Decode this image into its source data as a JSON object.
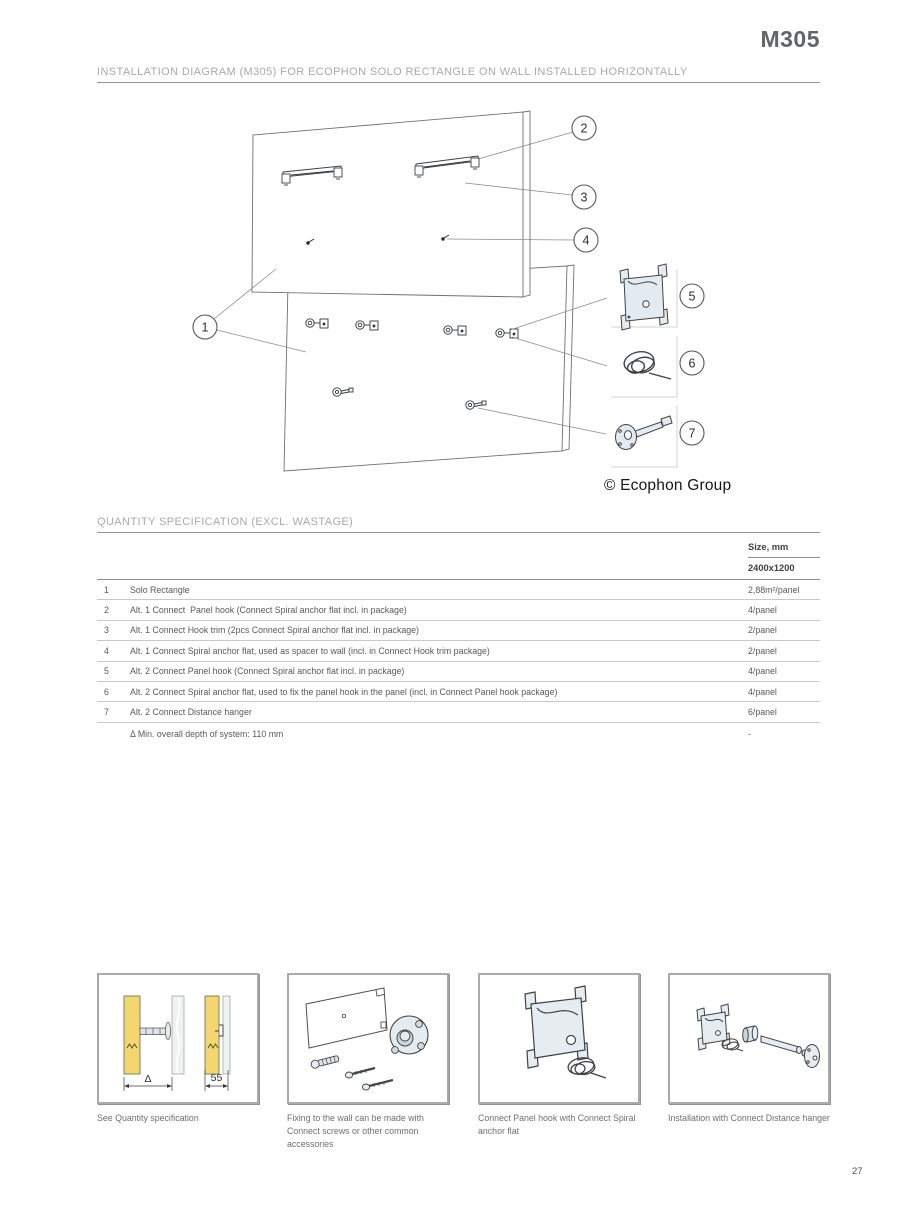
{
  "page": {
    "code": "M305",
    "number": "27"
  },
  "sections": {
    "installation_heading": "INSTALLATION DIAGRAM (M305) FOR ECOPHON SOLO RECTANGLE ON WALL INSTALLED HORIZONTALLY",
    "quantity_heading": "QUANTITY SPECIFICATION (EXCL. WASTAGE)"
  },
  "diagram": {
    "copyright": "© Ecophon Group",
    "callouts": [
      "1",
      "2",
      "3",
      "4",
      "5",
      "6",
      "7"
    ]
  },
  "table": {
    "size_header": "Size, mm",
    "size_value": "2400x1200",
    "rows": [
      {
        "num": "1",
        "desc": "Solo Rectangle",
        "qty": "2,88m²/panel"
      },
      {
        "num": "2",
        "desc": "Alt. 1 Connect  Panel hook (Connect Spiral anchor flat incl. in package)",
        "qty": "4/panel"
      },
      {
        "num": "3",
        "desc": "Alt. 1 Connect Hook trim (2pcs Connect Spiral anchor flat incl. in package)",
        "qty": "2/panel"
      },
      {
        "num": "4",
        "desc": "Alt. 1 Connect Spiral anchor flat, used as spacer to wall (incl. in Connect Hook trim package)",
        "qty": "2/panel"
      },
      {
        "num": "5",
        "desc": "Alt. 2 Connect Panel hook (Connect Spiral anchor flat incl. in package)",
        "qty": "4/panel"
      },
      {
        "num": "6",
        "desc": "Alt. 2 Connect Spiral anchor flat, used to fix the panel hook in the panel (incl. in Connect Panel hook package)",
        "qty": "4/panel"
      },
      {
        "num": "7",
        "desc": "Alt. 2 Connect Distance hanger",
        "qty": "6/panel"
      }
    ],
    "footnote": {
      "desc": "Δ Min. overall depth of system: 110 mm",
      "qty": "-"
    }
  },
  "figures": [
    {
      "caption": "See Quantity specification",
      "labels": {
        "delta": "Δ",
        "gap": "55"
      }
    },
    {
      "caption": "Fixing to the wall can be made with Connect screws or other common accessories"
    },
    {
      "caption": "Connect Panel hook with Connect Spiral anchor flat"
    },
    {
      "caption": "Installation with Connect Distance hanger"
    }
  ],
  "colors": {
    "panel_yellow": "#f3d66f",
    "illustration_fill": "#e4ebf0",
    "heading_gray": "#a7a9ac"
  }
}
